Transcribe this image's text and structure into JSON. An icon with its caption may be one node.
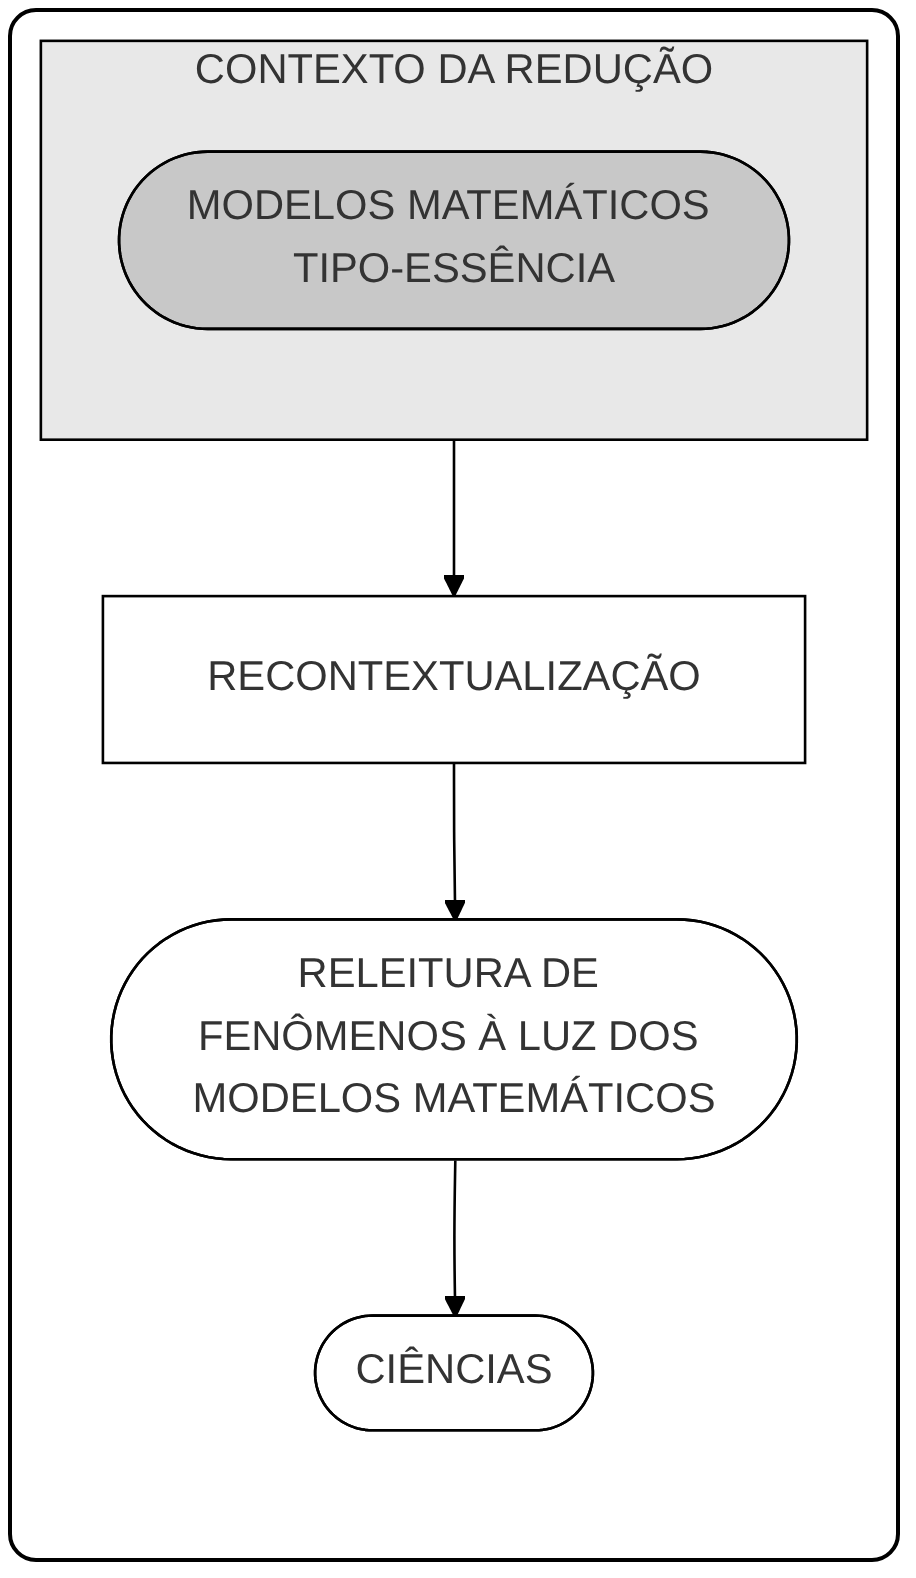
{
  "diagram": {
    "nodes": [
      {
        "text": [
          "CONTEXTO DA REDUÇÃO"
        ]
      },
      {
        "text": [
          "MODELOS MATEMÁTICOS TIPO-ESSÊNCIA"
        ],
        "in": 0
      },
      {
        "text": [
          "RECONTEXTUALIZAÇÃO"
        ]
      },
      {
        "text": [
          "RELEITURA DE FENÔMENOS À LUZ DOS MODELOS MATEMÁTICOS"
        ]
      },
      {
        "text": [
          "CIÊNCIAS"
        ]
      }
    ],
    "edges": [
      {
        "from": 0,
        "to": 2,
        "arrow": "to"
      },
      {
        "from": 2,
        "to": 3,
        "arrow": "to"
      },
      {
        "from": 3,
        "to": 4,
        "arrow": "to"
      }
    ]
  }
}
